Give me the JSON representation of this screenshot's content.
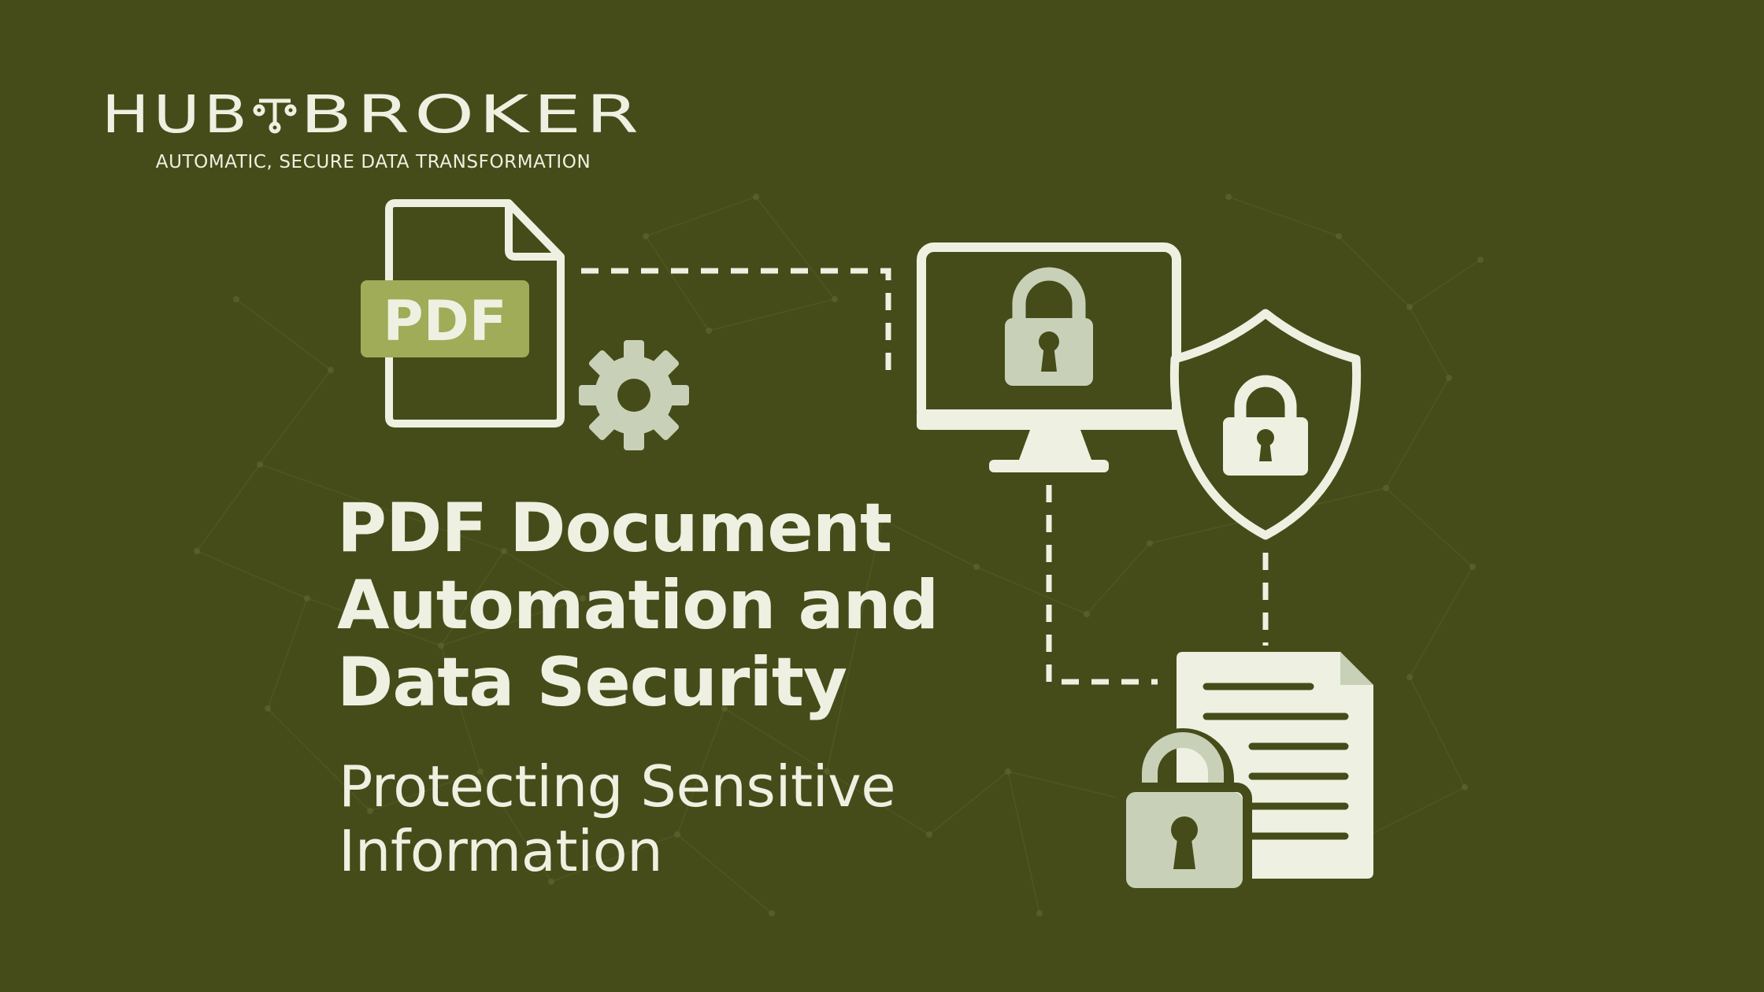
{
  "colors": {
    "background": "#454c19",
    "foreground": "#eef1e1",
    "icon_fill": "#c8d1b8",
    "pdf_badge": "#a0ac58",
    "network_line": "#55602a",
    "network_node": "#5b672d"
  },
  "brand": {
    "name_left": "HUB",
    "name_right": "BROKER",
    "tagline": "AUTOMATIC, SECURE DATA TRANSFORMATION"
  },
  "headline": {
    "lines": [
      "PDF Document",
      "Automation and",
      "Data Security"
    ]
  },
  "subheadline": {
    "lines": [
      "Protecting Sensitive",
      "Information"
    ]
  },
  "illustration": {
    "pdf_badge_label": "PDF",
    "icons": [
      "pdf-file-icon",
      "gear-icon",
      "monitor-lock-icon",
      "shield-lock-icon",
      "locked-document-icon"
    ]
  }
}
